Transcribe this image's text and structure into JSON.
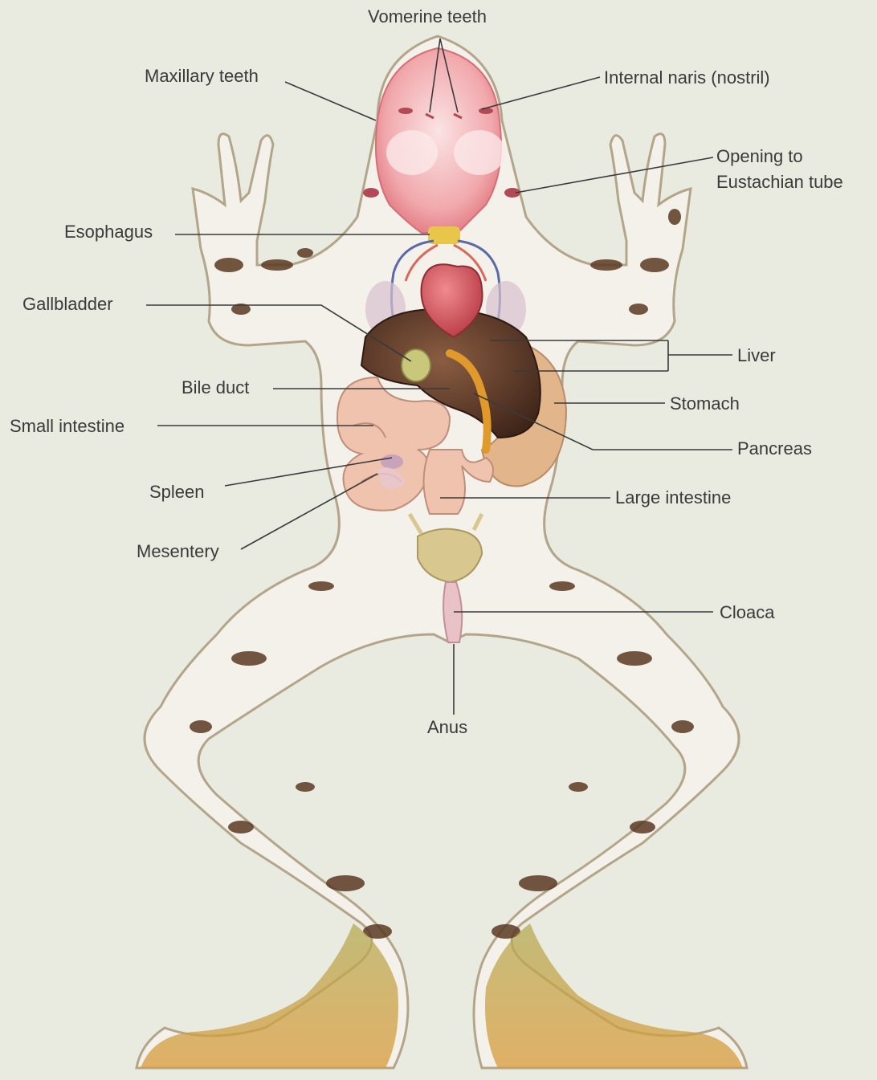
{
  "labels": {
    "vomerine_teeth": "Vomerine teeth",
    "maxillary_teeth": "Maxillary teeth",
    "internal_naris": "Internal naris (nostril)",
    "eustachian_line1": "Opening to",
    "eustachian_line2": "Eustachian tube",
    "esophagus": "Esophagus",
    "gallbladder": "Gallbladder",
    "liver": "Liver",
    "bile_duct": "Bile duct",
    "stomach": "Stomach",
    "small_intestine": "Small intestine",
    "pancreas": "Pancreas",
    "spleen": "Spleen",
    "large_intestine": "Large intestine",
    "mesentery": "Mesentery",
    "cloaca": "Cloaca",
    "anus": "Anus"
  },
  "colors": {
    "background": "#e9ebe0",
    "skin": "#f4f1ea",
    "outline": "#b3a58a",
    "spots": "#5b3a22",
    "leg_green": "#a9a04a",
    "mouth": "#ef9fa4",
    "heart": "#d4545a",
    "liver": "#5c3b2b",
    "stomach": "#e2b58a",
    "intestine": "#efc3ad",
    "bladder": "#d8c78e",
    "pancreas": "#e09a2c",
    "gallbladder": "#c9c77a",
    "leader_line": "#3a3a3a"
  }
}
